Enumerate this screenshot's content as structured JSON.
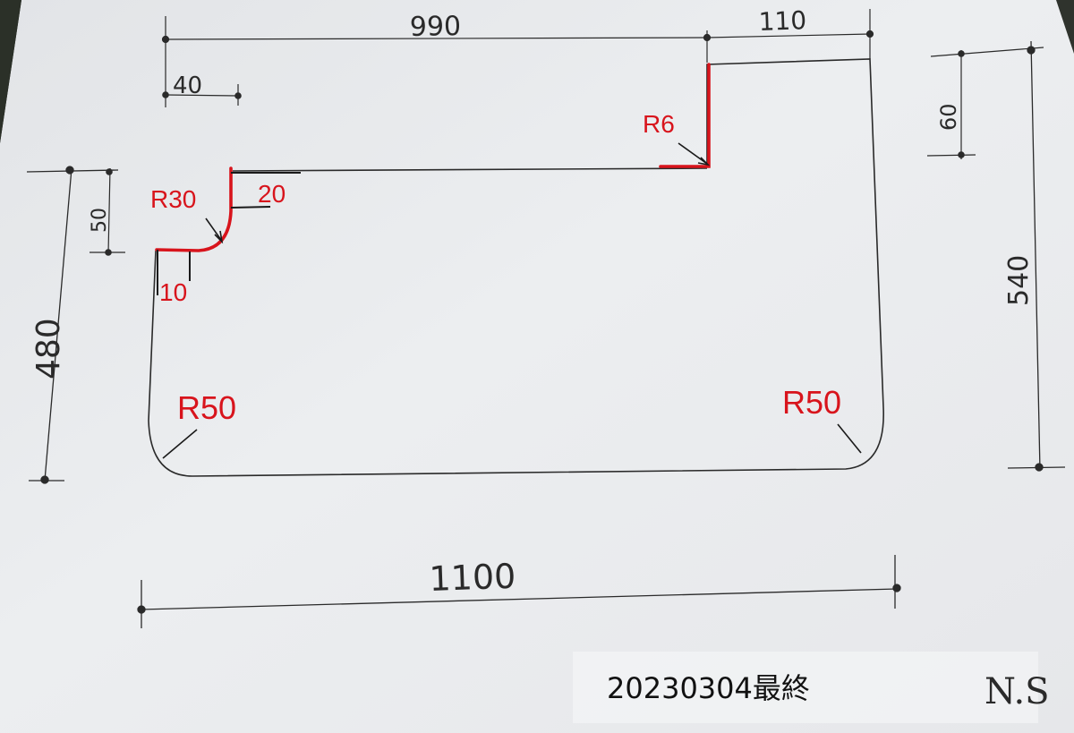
{
  "dimensions": {
    "top_width": "990",
    "notch_width": "110",
    "left_offset": "40",
    "notch_depth": "60",
    "overall_height": "540",
    "left_height": "480",
    "left_step": "50",
    "bottom_width": "1100"
  },
  "callouts": {
    "notch_radius": "R6",
    "left_corner_radius": "R30",
    "step_offset": "20",
    "step_inset": "10",
    "bottom_left_radius": "R50",
    "bottom_right_radius": "R50"
  },
  "footer": {
    "version_label": "20230304最終",
    "signature": "N.S"
  },
  "colors": {
    "paper": "#e9eaec",
    "ink": "#2a2a2a",
    "accent": "#d8141c"
  }
}
